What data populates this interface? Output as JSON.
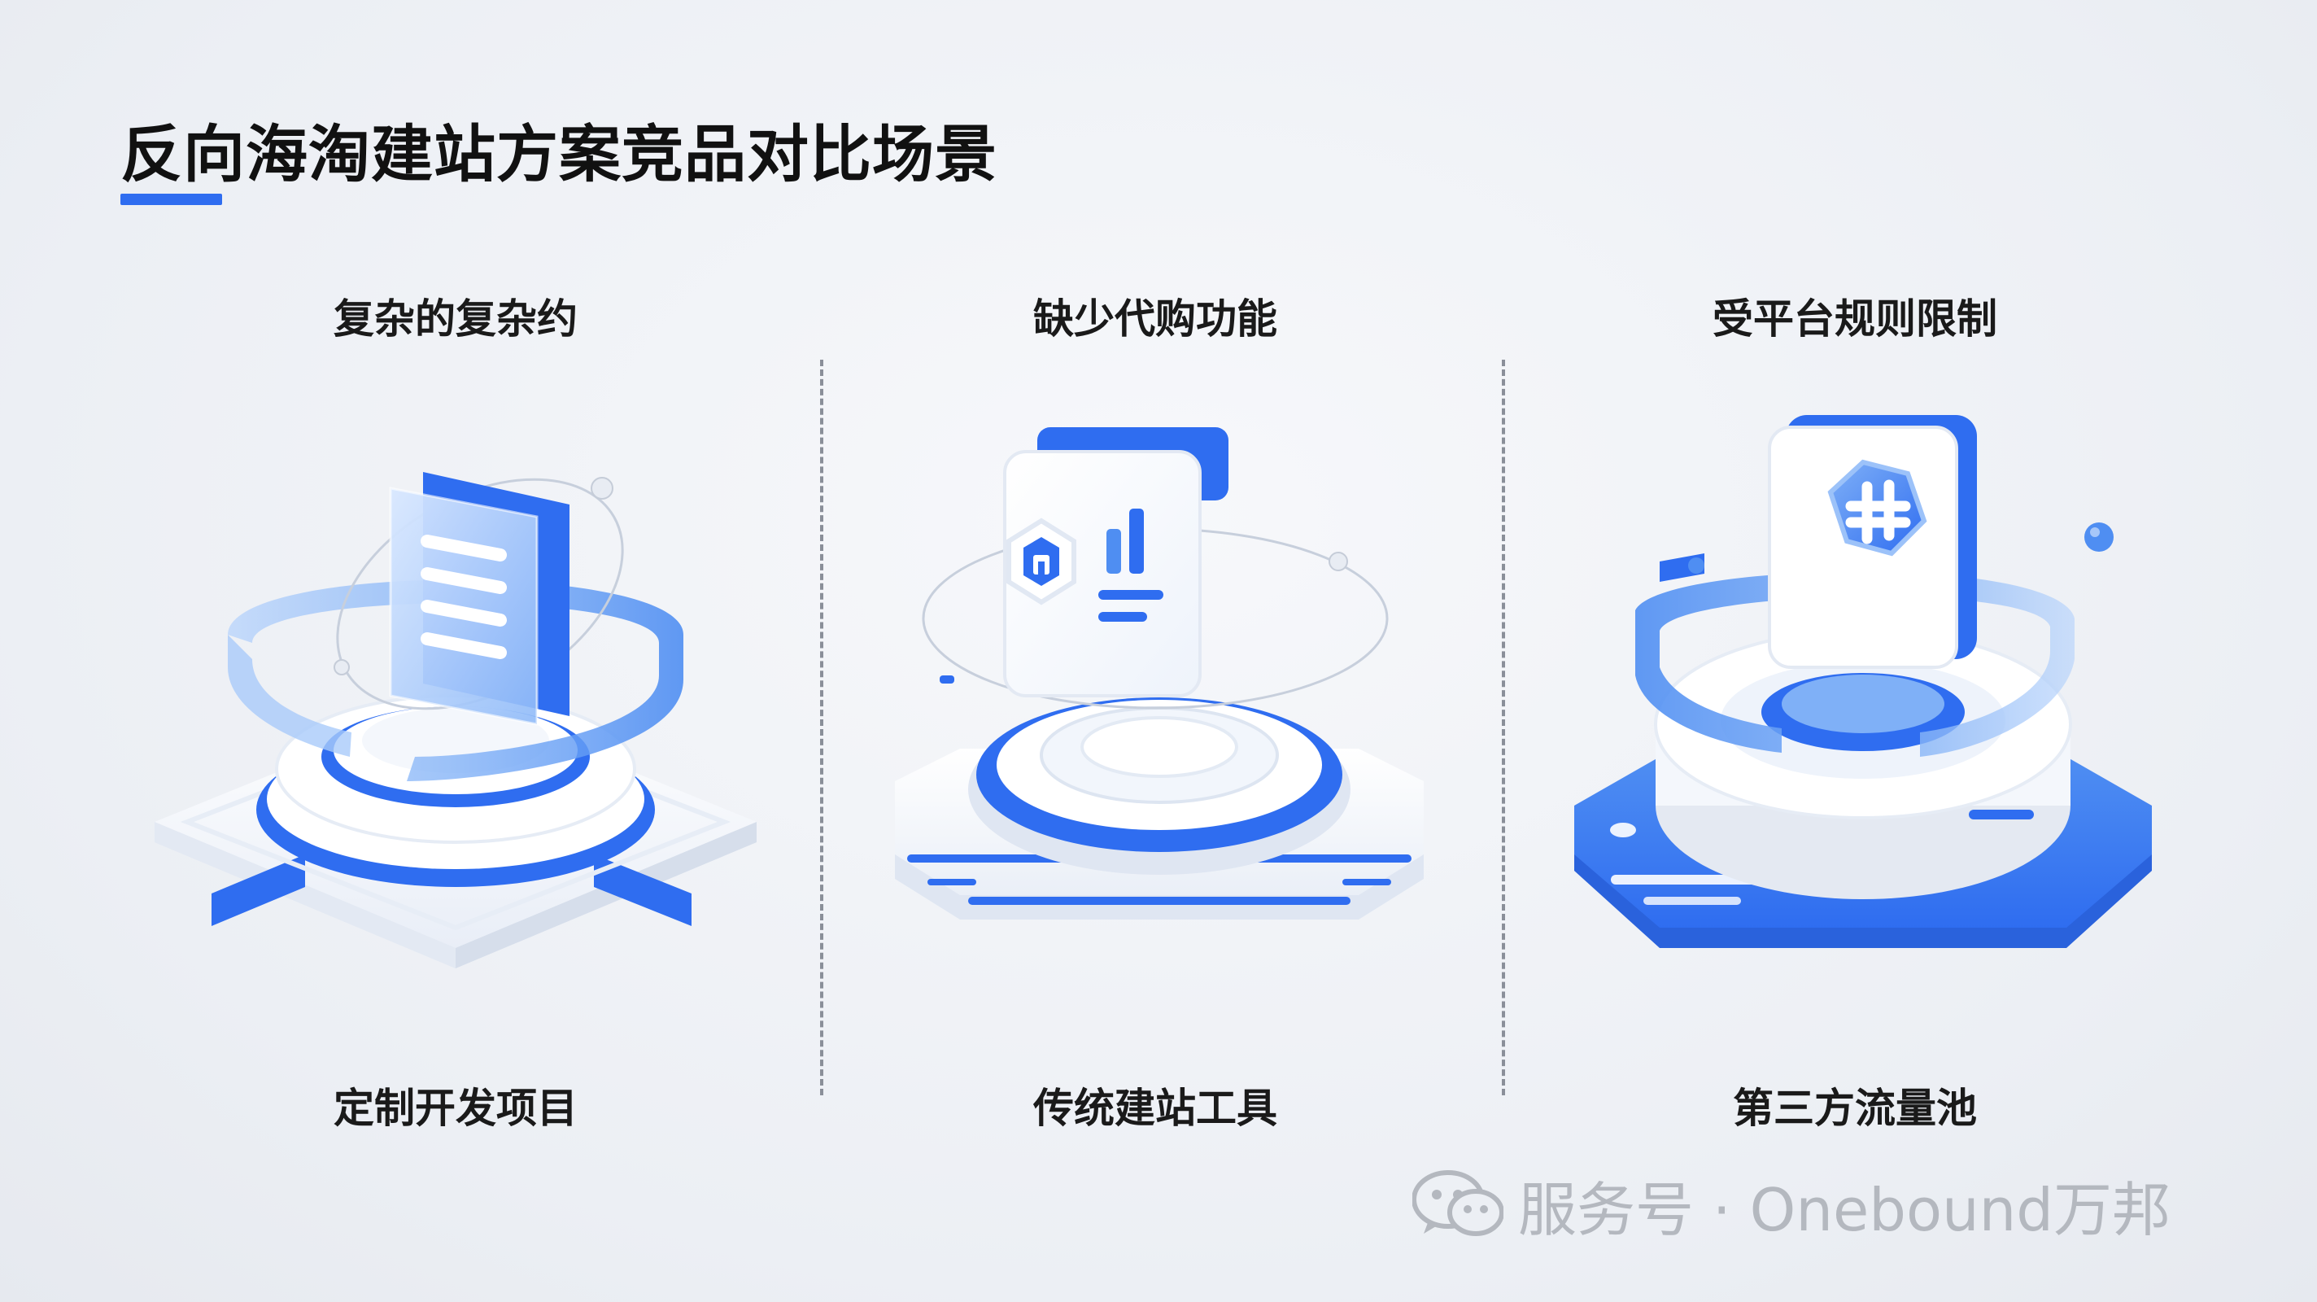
{
  "title": "反向海淘建站方案竞品对比场景",
  "columns": [
    {
      "top_label": "复杂的复杂约",
      "bottom_label": "定制开发项目",
      "icon": "document-ring-icon"
    },
    {
      "top_label": "缺少代购功能",
      "bottom_label": "传统建站工具",
      "icon": "store-chart-icon"
    },
    {
      "top_label": "受平台规则限制",
      "bottom_label": "第三方流量池",
      "icon": "hexagon-plus-icon"
    }
  ],
  "watermark": {
    "text": "服务号 · Onebound万邦",
    "icon": "wechat-icon"
  },
  "colors": {
    "accent": "#2f6df0",
    "light_blue": "#7fb0f7",
    "white": "#ffffff"
  }
}
